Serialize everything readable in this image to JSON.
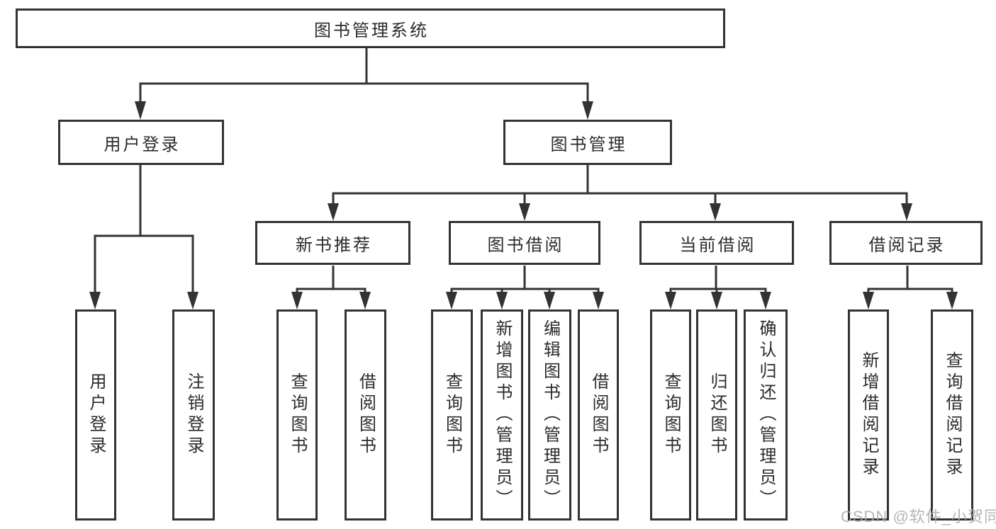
{
  "title": "图书管理系统",
  "colors": {
    "line": "#333333",
    "box_background": "#ffffff",
    "text": "#2b2b2b",
    "watermark": "#a9a9a9"
  },
  "watermark": {
    "text": "CSDN @软件_小贺同学"
  },
  "tree": {
    "label": "图书管理系统",
    "children": [
      {
        "label": "用户登录",
        "children": [
          {
            "label": "用户登录"
          },
          {
            "label": "注销登录"
          }
        ]
      },
      {
        "label": "图书管理",
        "children": [
          {
            "label": "新书推荐",
            "children": [
              {
                "label": "查询图书"
              },
              {
                "label": "借阅图书"
              }
            ]
          },
          {
            "label": "图书借阅",
            "children": [
              {
                "label": "查询图书"
              },
              {
                "label": "新增图书（管理员）"
              },
              {
                "label": "编辑图书（管理员）"
              },
              {
                "label": "借阅图书"
              }
            ]
          },
          {
            "label": "当前借阅",
            "children": [
              {
                "label": "查询图书"
              },
              {
                "label": "归还图书"
              },
              {
                "label": "确认归还（管理员）"
              }
            ]
          },
          {
            "label": "借阅记录",
            "children": [
              {
                "label": "新增借阅记录"
              },
              {
                "label": "查询借阅记录"
              }
            ]
          }
        ]
      }
    ]
  }
}
